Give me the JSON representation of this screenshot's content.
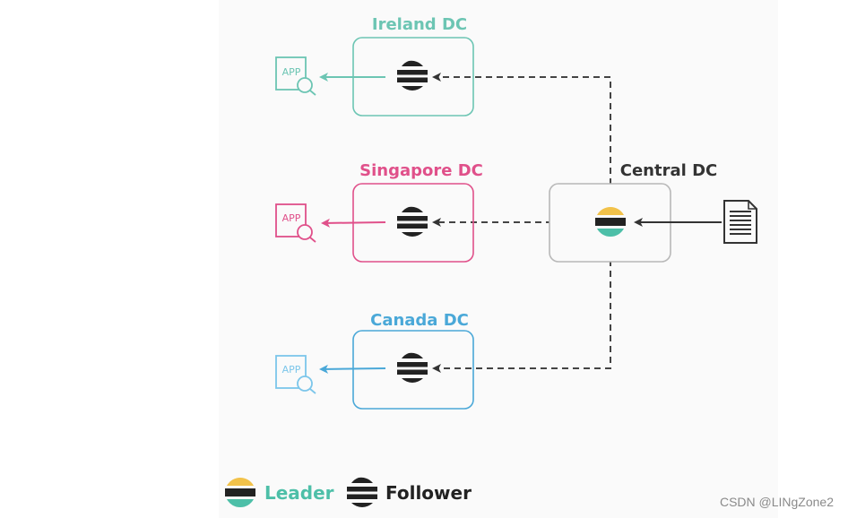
{
  "colors": {
    "ireland": "#6cc5b3",
    "singapore": "#e0508a",
    "canada": "#4aa8d8",
    "central_box": "#b8b8b8",
    "dark": "#222222",
    "leader_yellow": "#f2c24a",
    "leader_teal": "#4dbfa8",
    "dashed": "#444444"
  },
  "datacenters": {
    "ireland": {
      "label": "Ireland DC",
      "app_label": "APP"
    },
    "singapore": {
      "label": "Singapore DC",
      "app_label": "APP"
    },
    "canada": {
      "label": "Canada DC",
      "app_label": "APP"
    },
    "central": {
      "label": "Central DC"
    }
  },
  "legend": {
    "leader": "Leader",
    "follower": "Follower"
  },
  "watermark": "CSDN @LINgZone2"
}
